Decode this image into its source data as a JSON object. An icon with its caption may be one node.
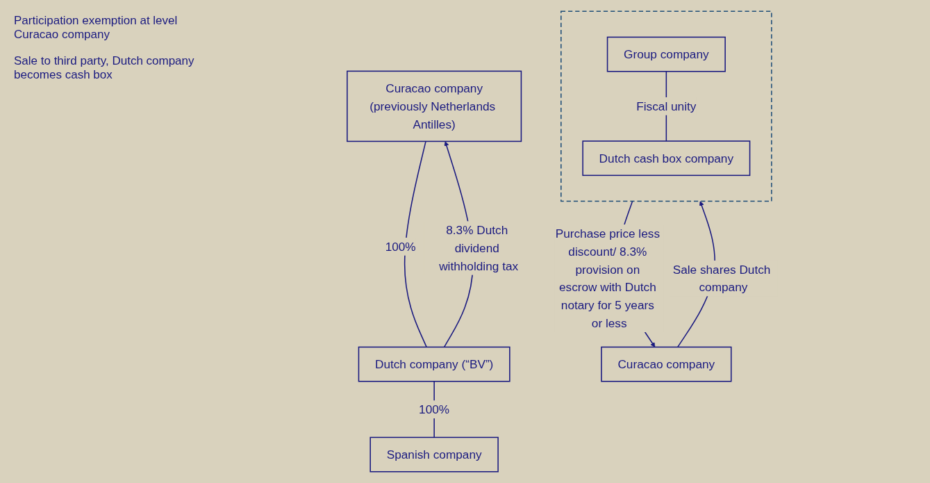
{
  "diagram": {
    "nodes": [
      {
        "text": [
          "Curacao company",
          "(previously Netherlands Antilles)"
        ]
      },
      {
        "text": [
          "Dutch company (“BV”)"
        ]
      },
      {
        "text": [
          "Spanish company"
        ]
      },
      {
        "text": [
          "Curacao company"
        ]
      },
      {
        "text": [],
        "shape": "box"
      },
      {
        "text": [
          "Group company"
        ],
        "in": 4
      },
      {
        "text": [
          "Dutch cash box company"
        ],
        "in": 4
      }
    ],
    "edges": [
      {
        "from": 0,
        "to": 1,
        "arrow": "none",
        "label": "100%"
      },
      {
        "from": 1,
        "to": 0,
        "arrow": "to",
        "label": "8.3% Dutch dividend withholding tax"
      },
      {
        "from": 1,
        "to": 2,
        "arrow": "none",
        "label": "100%"
      },
      {
        "from": 3,
        "to": 4,
        "arrow": "to",
        "label": "Sale shares Dutch company"
      },
      {
        "from": 4,
        "to": 3,
        "arrow": "to",
        "label": "Purchase price less discount/ 8.3% provision on escrow with Dutch notary for 5 years or less"
      },
      {
        "from": 5,
        "to": 6,
        "arrow": "none",
        "label": "Fiscal unity"
      }
    ],
    "labels": [
      "Participation exemption at level Curacao company",
      "Sale to third party, Dutch company becomes cash box"
    ]
  }
}
